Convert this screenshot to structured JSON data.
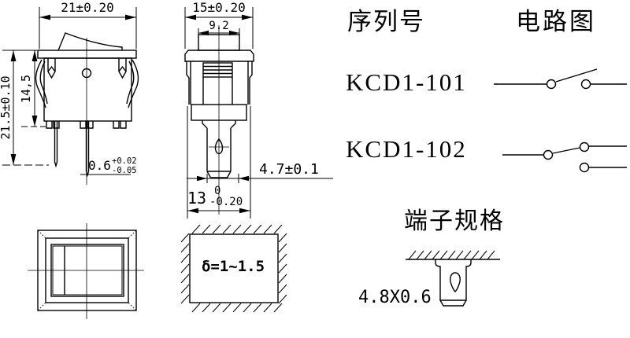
{
  "figure": {
    "side_view": {
      "width_dim": "21±0.20",
      "total_height_dim": "21.5±0.10",
      "body_height_dim": "14,5",
      "pin_thickness": {
        "value": "0.6",
        "tol_upper": "+0.02",
        "tol_lower": "-0.05"
      }
    },
    "front_view": {
      "width_dim": "15±0.20",
      "rocker_width_dim": "9.2",
      "terminal_dim": "4.7±0.1",
      "body_width": {
        "value": "13",
        "tol_upper": "0",
        "tol_lower": "-0.20"
      }
    },
    "model_table": {
      "model_header": "序列号",
      "circuit_header": "电路图",
      "rows": [
        {
          "model": "KCD1-101",
          "circuit_type": "spst-single-pole-switch"
        },
        {
          "model": "KCD1-102",
          "circuit_type": "spdt-double-throw-switch"
        }
      ]
    },
    "panel_cutout": {
      "thickness_label": "δ=1~1.5"
    },
    "terminal_spec": {
      "heading": "端子规格",
      "size_label": "4.8X0.6"
    }
  },
  "colors": {
    "line": "#000000",
    "background": "#ffffff"
  }
}
